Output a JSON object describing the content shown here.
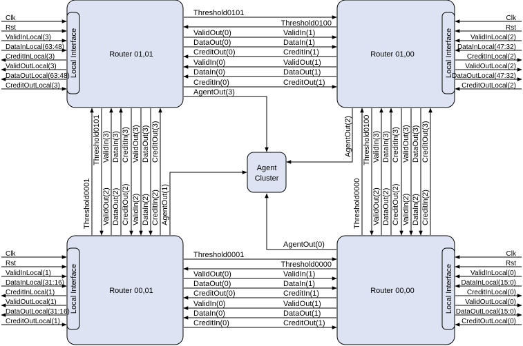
{
  "routers": [
    {
      "id": "r0101",
      "label": "Router 01,01"
    },
    {
      "id": "r0100",
      "label": "Router 01,00"
    },
    {
      "id": "r0001",
      "label": "Router 00,01"
    },
    {
      "id": "r0000",
      "label": "Router 00,00"
    }
  ],
  "local_interface_label": "Local Interface",
  "agent": {
    "line1": "Agent",
    "line2": "Cluster"
  },
  "local_signals": {
    "r0101": [
      "Clk",
      "Rst",
      "ValidInLocal(3)",
      "DataInLocal(63:48)",
      "CreditInLocal(3)",
      "ValidOutLocal(3)",
      "DataOutLocal(63:48)",
      "CreditOutLocal(3)"
    ],
    "r0100": [
      "Clk",
      "Rst",
      "ValidInLocal(2)",
      "DataInLocal(47:32)",
      "CreditInLocal(2)",
      "ValidOutLocal(2)",
      "DataOutLocal(47:32)",
      "CreditOutLocal(2)"
    ],
    "r0001": [
      "Clk",
      "Rst",
      "ValidInLocal(1)",
      "DataInLocal(31:16)",
      "CreditInLocal(1)",
      "ValidOutLocal(1)",
      "DataOutLocal(31:16)",
      "CreditOutLocal(1)"
    ],
    "r0000": [
      "Clk",
      "Rst",
      "ValidInLocal(0)",
      "DataInLocal(15:0)",
      "CreditInLocal(0)",
      "ValidOutLocal(0)",
      "DataOutLocal(15:0)",
      "CreditOutLocal(0)"
    ]
  },
  "top_link": {
    "left": [
      "",
      "ValidOut(0)",
      "DataOut(0)",
      "CreditOut(0)",
      "ValidIn(0)",
      "DataIn(0)",
      "CreditIn(0)"
    ],
    "right": [
      "",
      "ValidIn(1)",
      "DataIn(1)",
      "CreditIn(1)",
      "ValidOut(1)",
      "DataOut(1)",
      "CreditOut(1)"
    ],
    "threshold_upper": "Threshold0101",
    "threshold_lower": "Threshold0100",
    "agent_out": "AgentOut(3)"
  },
  "bottom_link": {
    "left": [
      "",
      "ValidOut(0)",
      "DataOut(0)",
      "CreditOut(0)",
      "ValidIn(0)",
      "DataIn(0)",
      "CreditIn(0)"
    ],
    "right": [
      "",
      "ValidIn(1)",
      "DataIn(1)",
      "CreditIn(1)",
      "ValidOut(1)",
      "DataOut(1)",
      "CreditOut(1)"
    ],
    "threshold_upper": "Threshold0001",
    "threshold_lower": "Threshold0000",
    "agent_out": "AgentOut(0)"
  },
  "left_link": {
    "top": [
      "Threshold0101",
      "ValidIn(3)",
      "DataIn(3)",
      "CreditIn(3)",
      "ValidOut(3)",
      "DataOut(3)",
      "CreditOut(3)"
    ],
    "bottom": [
      "Threshold0001",
      "ValidOut(2)",
      "DataOut(2)",
      "CreditOut(2)",
      "ValidIn(2)",
      "DataIn(2)",
      "CreditIn(2)",
      "AgentOut(1)"
    ]
  },
  "right_link": {
    "top": [
      "AgentOut(2)",
      "Threshold0100",
      "ValidIn(3)",
      "DataIn(3)",
      "CreditIn(3)",
      "ValidOut(3)",
      "DataOut(3)",
      "CreditOut(3)"
    ],
    "bottom": [
      "Threshold0000",
      "ValidOut(2)",
      "DataOut(2)",
      "CreditOut(2)",
      "ValidIn(2)",
      "DataIn(2)",
      "CreditIn(2)"
    ]
  }
}
